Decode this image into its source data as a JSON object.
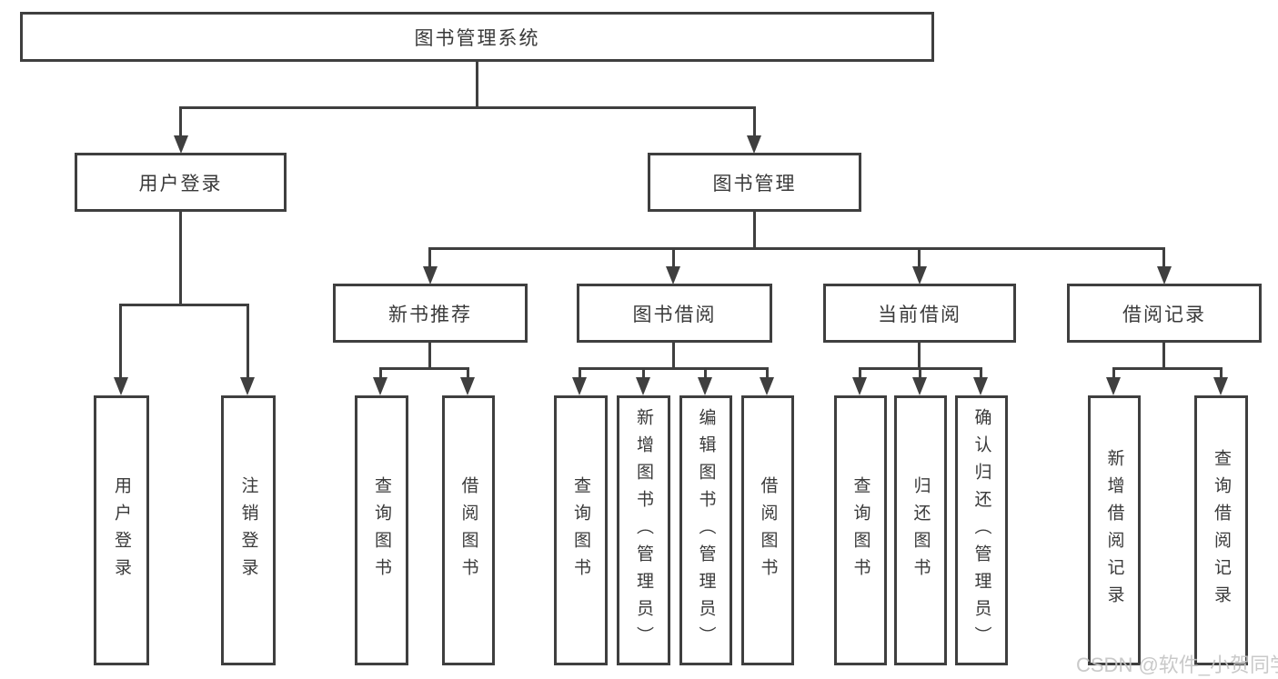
{
  "diagram_type": "hierarchy-tree",
  "colors": {
    "line": "#3f3f3f",
    "text": "#3a3a3a",
    "background": "#ffffff",
    "watermark": "#c6c6c6"
  },
  "tree": {
    "label": "图书管理系统",
    "children": [
      {
        "label": "用户登录",
        "children": [
          {
            "label": "用户登录"
          },
          {
            "label": "注销登录"
          }
        ]
      },
      {
        "label": "图书管理",
        "children": [
          {
            "label": "新书推荐",
            "children": [
              {
                "label": "查询图书"
              },
              {
                "label": "借阅图书"
              }
            ]
          },
          {
            "label": "图书借阅",
            "children": [
              {
                "label": "查询图书"
              },
              {
                "label": "新增图书（管理员）"
              },
              {
                "label": "编辑图书（管理员）"
              },
              {
                "label": "借阅图书"
              }
            ]
          },
          {
            "label": "当前借阅",
            "children": [
              {
                "label": "查询图书"
              },
              {
                "label": "归还图书"
              },
              {
                "label": "确认归还（管理员）"
              }
            ]
          },
          {
            "label": "借阅记录",
            "children": [
              {
                "label": "新增借阅记录"
              },
              {
                "label": "查询借阅记录"
              }
            ]
          }
        ]
      }
    ]
  },
  "watermark": {
    "text": "CSDN @软件_小贺同学"
  }
}
